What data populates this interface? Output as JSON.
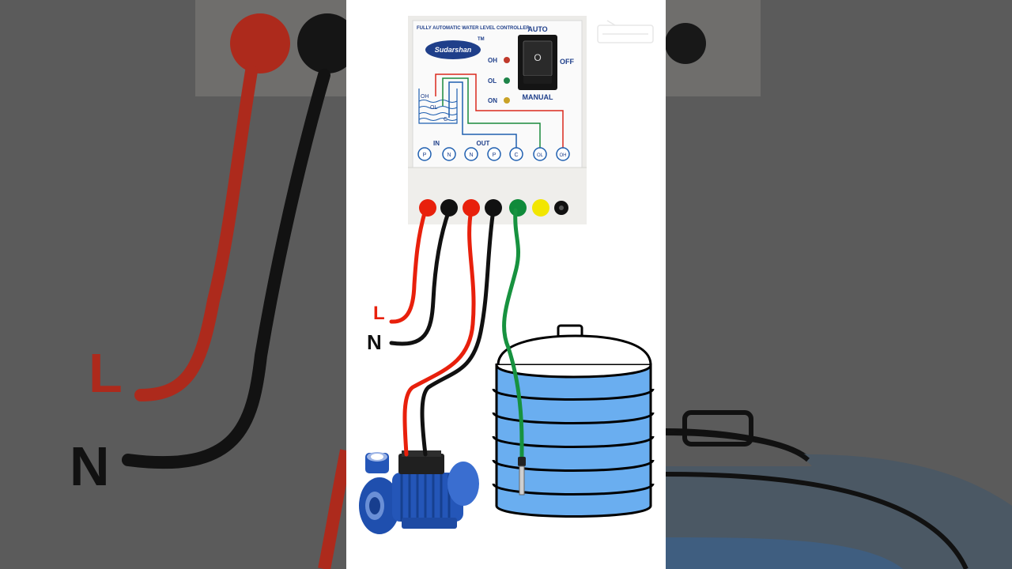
{
  "controller": {
    "header": "FULLY AUTOMATIC WATER LEVEL CONTROLLER",
    "brand": "Sudarshan",
    "trademark": "TM",
    "switch_top_label": "AUTO",
    "switch_right_label": "OFF",
    "switch_bottom_label": "MANUAL",
    "switch_symbol": "O",
    "indicators": [
      {
        "label": "OH",
        "color": "#c0392b"
      },
      {
        "label": "OL",
        "color": "#1e8449"
      },
      {
        "label": "ON",
        "color": "#c9a227"
      }
    ],
    "tank_labels": [
      "OH",
      "OL",
      "C"
    ],
    "group_in": "IN",
    "group_out": "OUT",
    "terminals": [
      "P",
      "N",
      "N",
      "P",
      "C",
      "OL",
      "OH"
    ],
    "terminal_colors": [
      "#e8200c",
      "#111111",
      "#e8200c",
      "#111111",
      "#0f8a3a",
      "#f2e600",
      "#111111"
    ]
  },
  "wiring": {
    "live_label": "L",
    "neutral_label": "N",
    "colors": {
      "live": "#e8200c",
      "neutral": "#111111",
      "sensor": "#17923f"
    }
  },
  "tank": {
    "color": "#6aaef0"
  },
  "pump": {
    "color": "#2456b8"
  }
}
